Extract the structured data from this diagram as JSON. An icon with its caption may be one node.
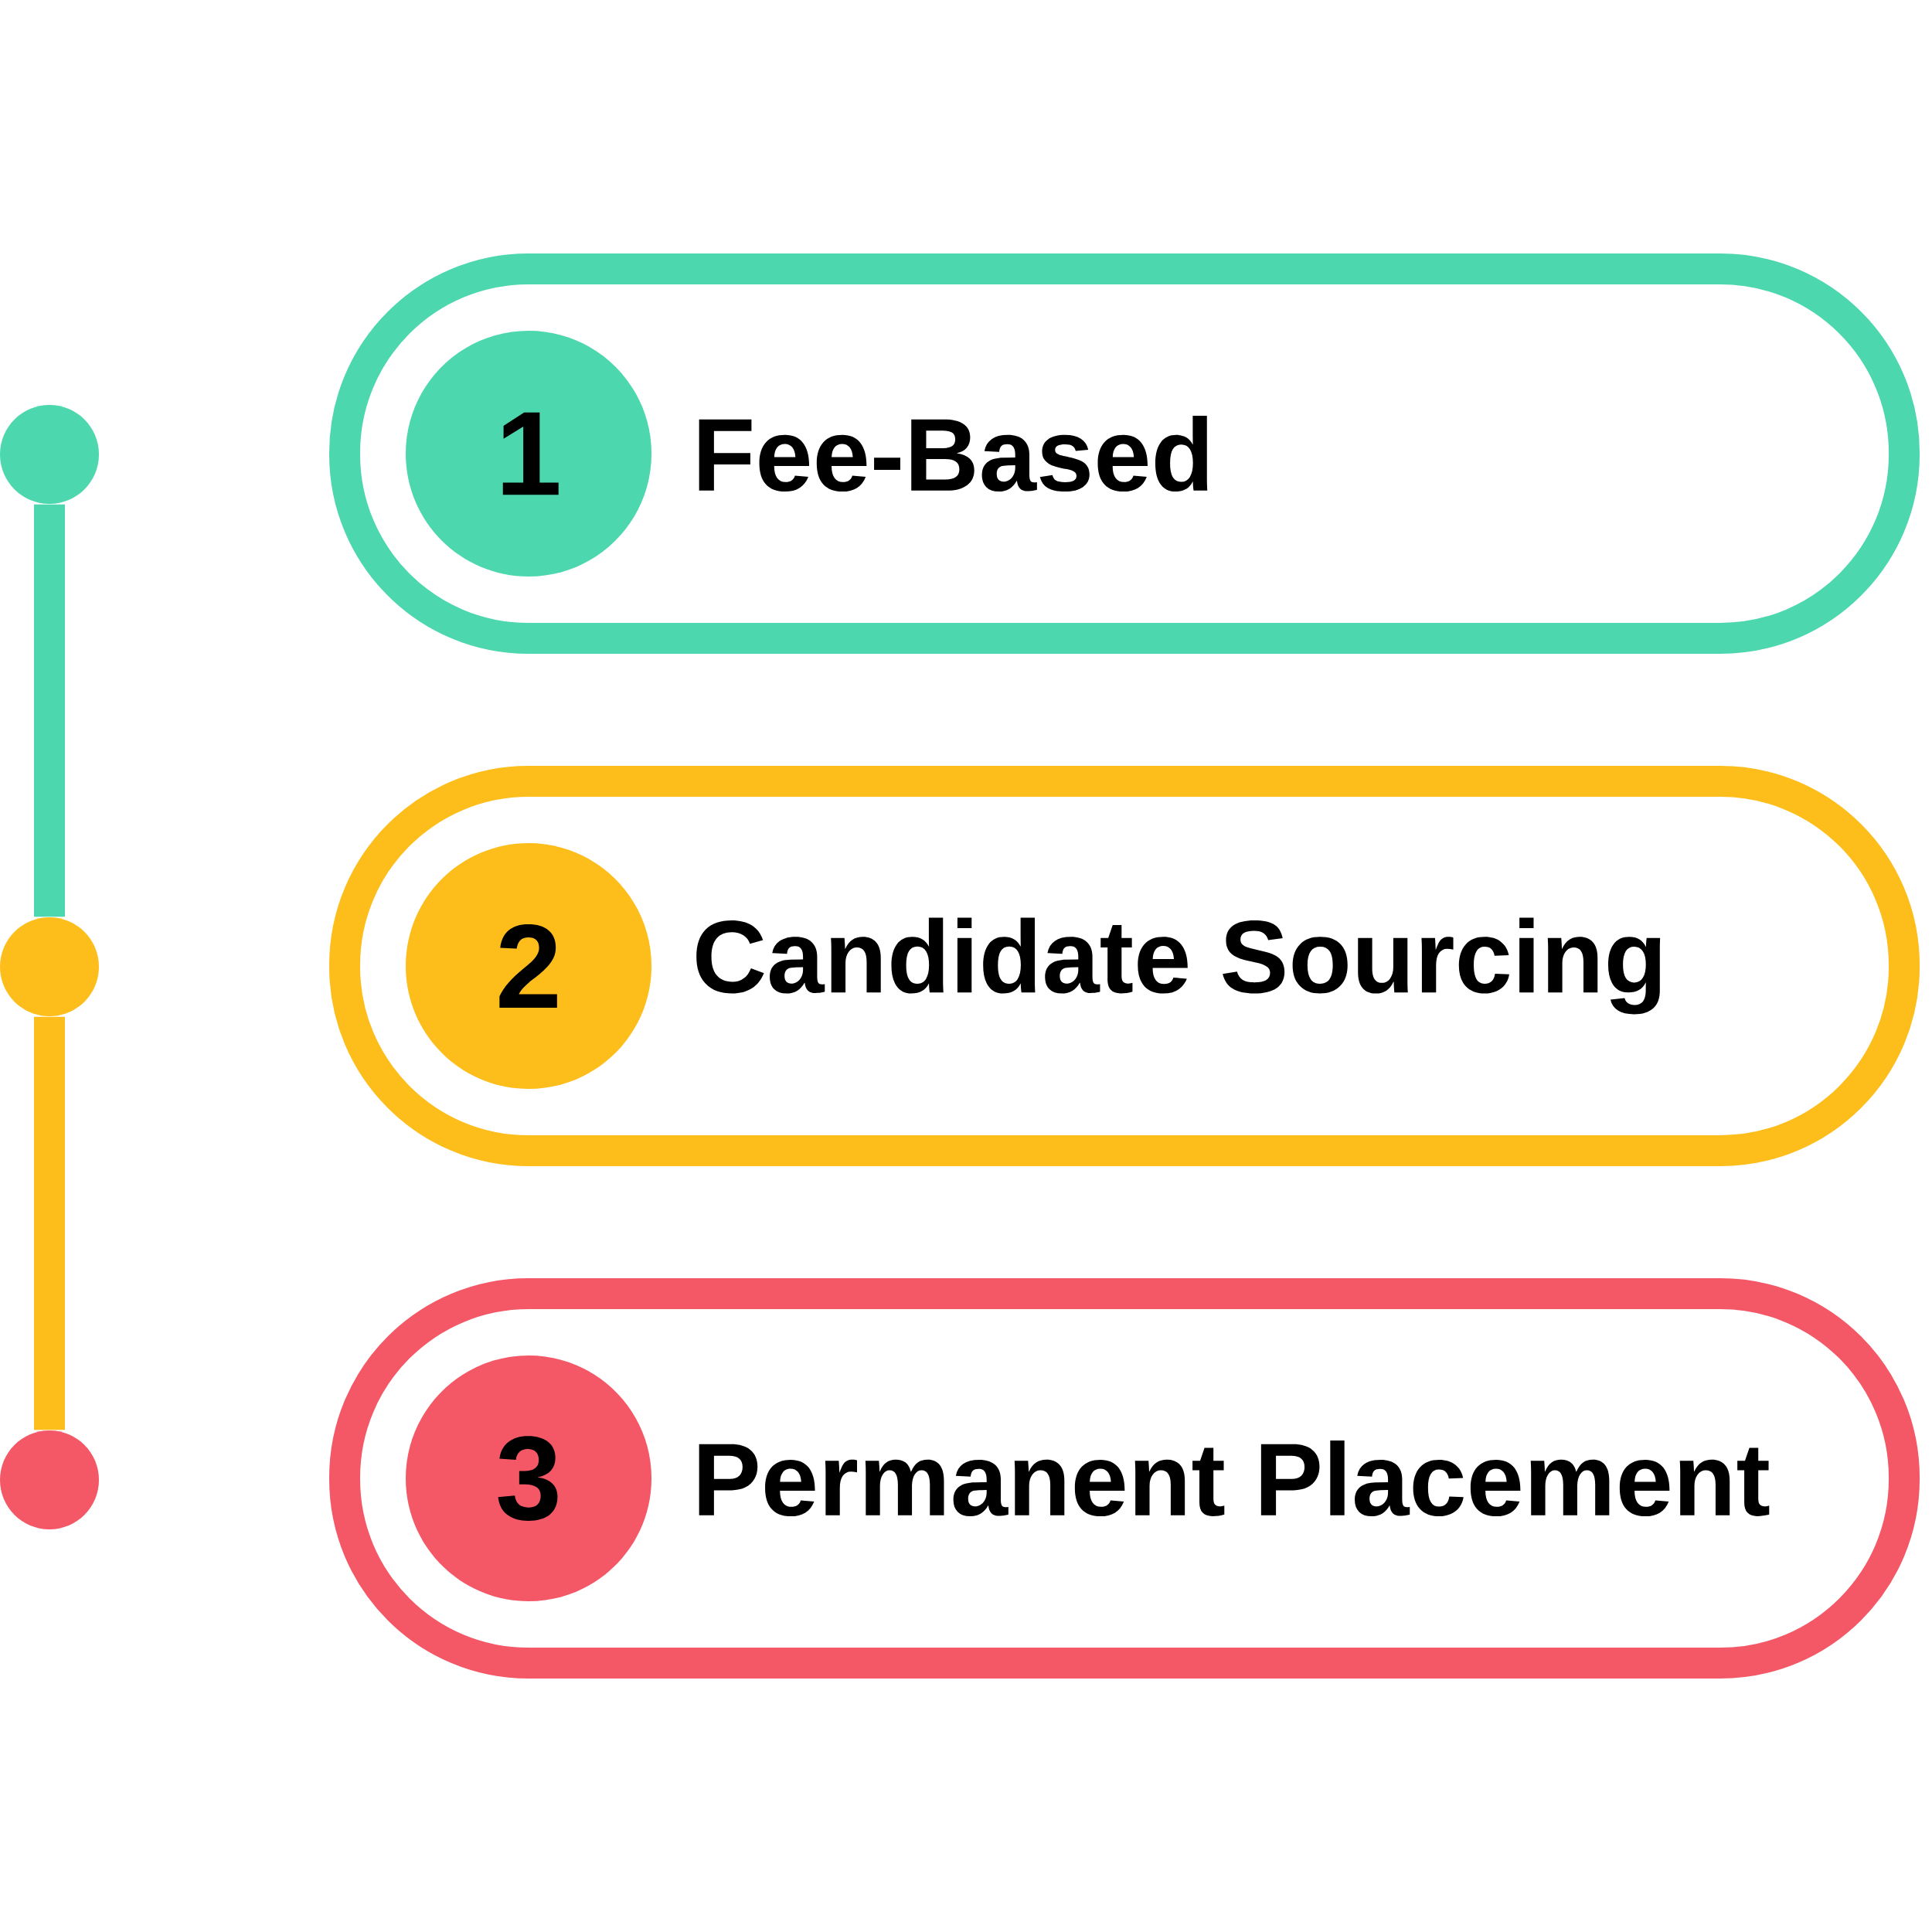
{
  "diagram": {
    "nodes": [
      {
        "text": [
          "Fee-Based"
        ]
      },
      {
        "text": [
          "1"
        ],
        "in": 0
      },
      {
        "text": [
          "Candidate Sourcing"
        ]
      },
      {
        "text": [
          "2"
        ],
        "in": 2
      },
      {
        "text": [
          "Permanent Placement"
        ]
      },
      {
        "text": [
          "3"
        ],
        "in": 4
      },
      {
        "text": [],
        "shape": "circle"
      },
      {
        "text": [],
        "shape": "circle"
      },
      {
        "text": [],
        "shape": "circle"
      }
    ],
    "edges": [
      {
        "from": 6,
        "to": 7,
        "arrow": "none",
        "color": "#4cd7ae"
      },
      {
        "from": 7,
        "to": 8,
        "arrow": "none",
        "color": "#fdbe1c"
      }
    ]
  }
}
